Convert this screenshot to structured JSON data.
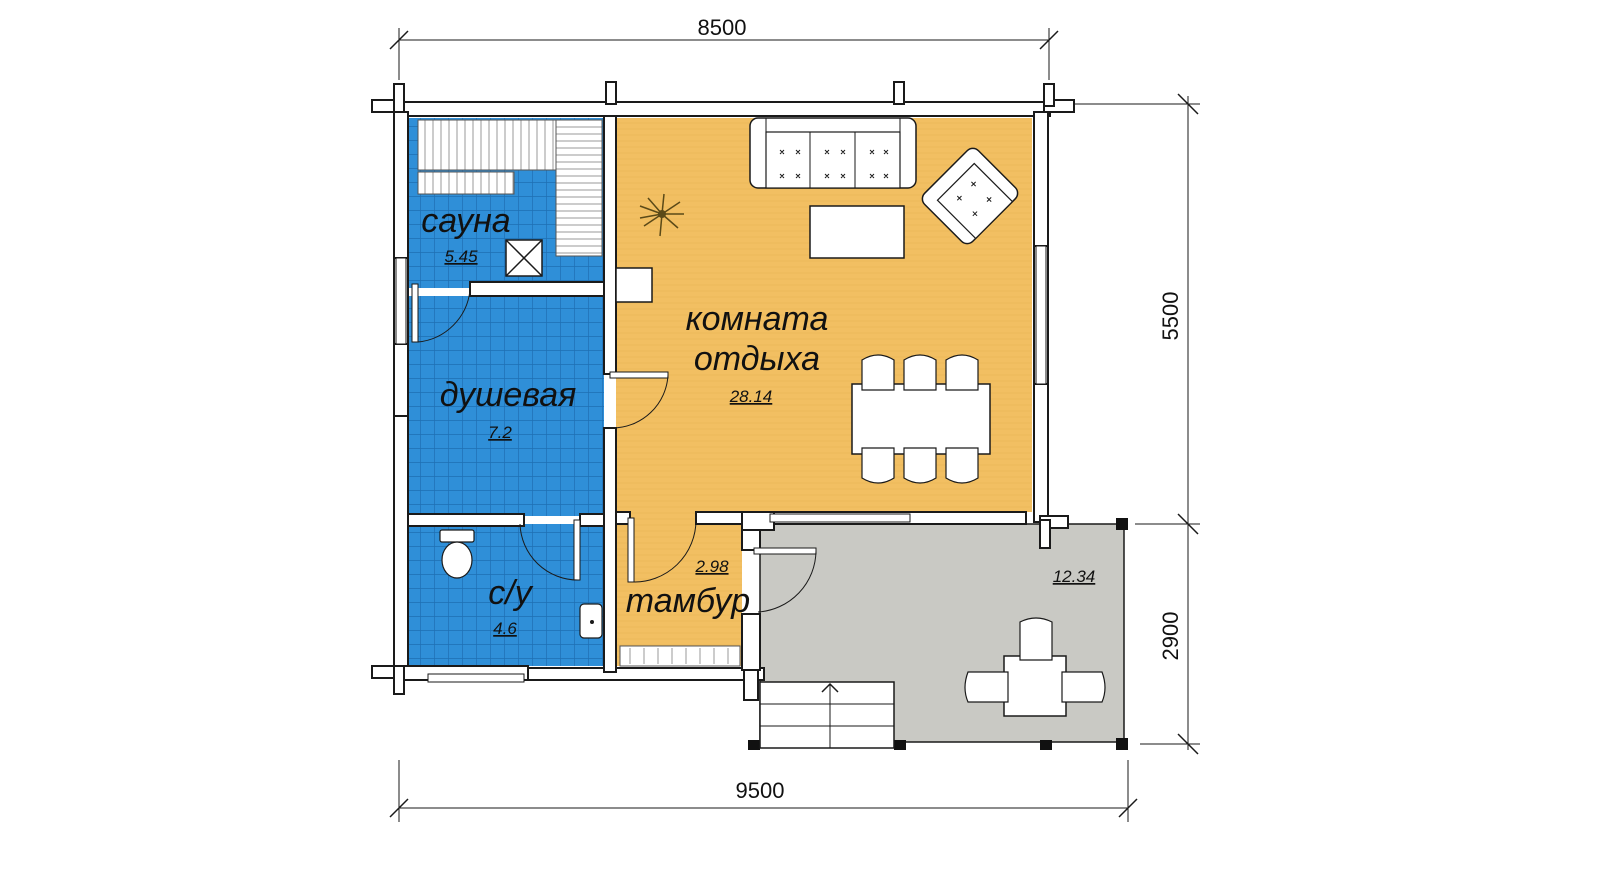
{
  "dimensions": {
    "top_width": "8500",
    "bottom_width": "9500",
    "right_main_height": "5500",
    "right_terrace_height": "2900"
  },
  "rooms": {
    "sauna": {
      "name": "сауна",
      "area": "5.45"
    },
    "shower": {
      "name": "душевая",
      "area": "7.2"
    },
    "wc": {
      "name": "с/у",
      "area": "4.6"
    },
    "lounge": {
      "name_line1": "комната",
      "name_line2": "отдыха",
      "area": "28.14"
    },
    "vestibule": {
      "name": "тамбур",
      "area": "2.98"
    },
    "terrace": {
      "area": "12.34"
    }
  },
  "colors": {
    "tile_blue": "#2f8fd8",
    "tile_grout": "#1e6fb3",
    "floor_orange": "#f2bf62",
    "terrace_grey": "#c9c9c4",
    "wall": "#ffffff",
    "line": "#1a1a1a"
  }
}
